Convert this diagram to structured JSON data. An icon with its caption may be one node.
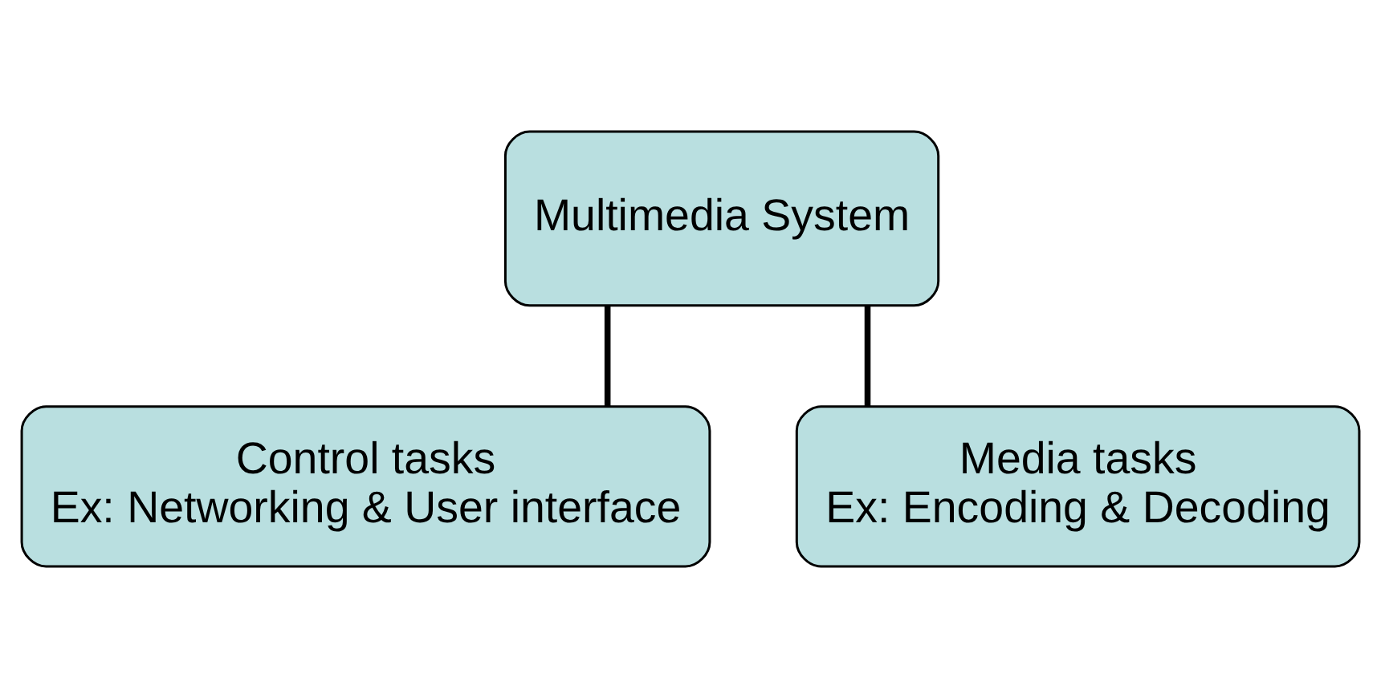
{
  "diagram": {
    "nodes": [
      {
        "text": [
          "Multimedia System"
        ]
      },
      {
        "text": [
          "Control tasks",
          "Ex: Networking & User interface"
        ]
      },
      {
        "text": [
          "Media tasks",
          "Ex: Encoding & Decoding"
        ]
      }
    ],
    "edges": [
      {
        "from": 0,
        "to": 1,
        "arrow": "none"
      },
      {
        "from": 0,
        "to": 2,
        "arrow": "none"
      }
    ]
  }
}
